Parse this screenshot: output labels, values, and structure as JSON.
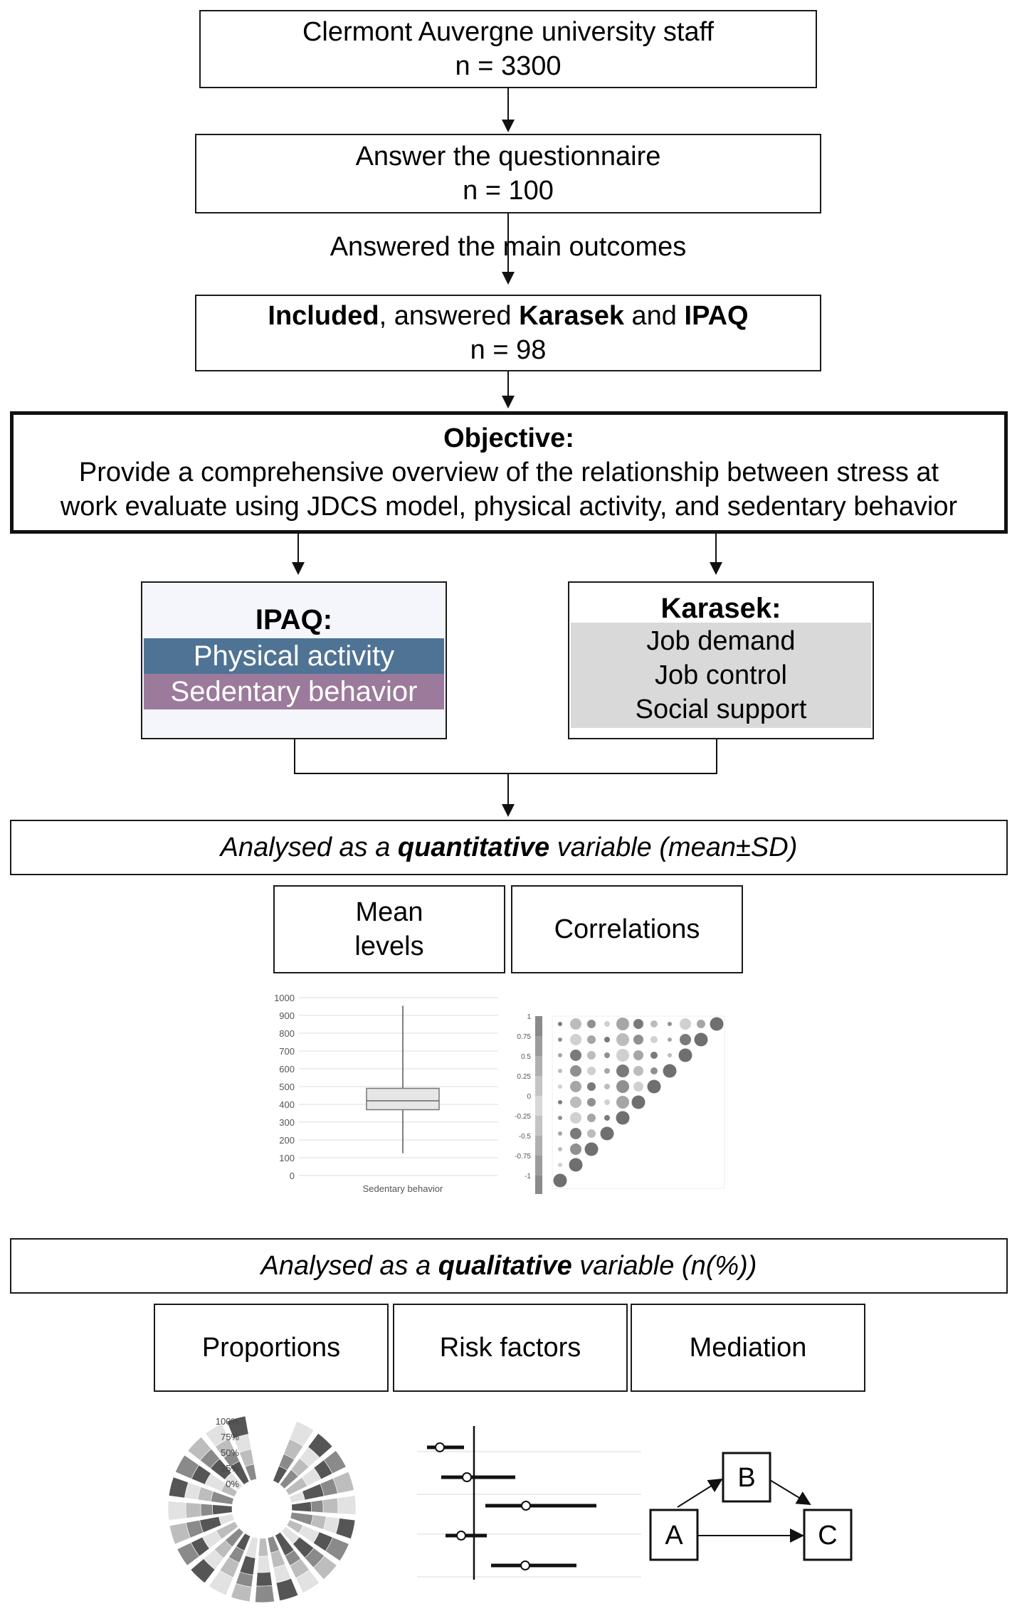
{
  "box1": {
    "line1": "Clermont Auvergne university staff",
    "line2": "n = 3300"
  },
  "box2": {
    "line1": "Answer the questionnaire",
    "line2": "n = 100"
  },
  "edge_label": "Answered the main outcomes",
  "box3": {
    "w1": "Included",
    "w2": ", answered ",
    "w3": "Karasek",
    "w4": " and ",
    "w5": "IPAQ",
    "line2": "n = 98"
  },
  "objective": {
    "title": "Objective:",
    "line1": "Provide a comprehensive overview of the relationship between stress at",
    "line2": "work evaluate using JDCS model, physical activity, and sedentary behavior"
  },
  "ipaq": {
    "title": "IPAQ:",
    "item1": "Physical activity",
    "item2": "Sedentary behavior",
    "color1": "#4f7394",
    "color2": "#9b7a9b"
  },
  "karasek": {
    "title": "Karasek:",
    "item1": "Job demand",
    "item2": "Job control",
    "item3": "Social support",
    "color": "#d9d9d9"
  },
  "quantitative": {
    "p1": "Analysed as a ",
    "p2": "quantitative",
    "p3": " variable (mean±SD)"
  },
  "mean_levels": {
    "line1": "Mean",
    "line2": "levels"
  },
  "correlations": "Correlations",
  "boxplot": {
    "xlabel": "Sedentary behavior",
    "yticks": [
      "1000",
      "900",
      "800",
      "700",
      "600",
      "500",
      "400",
      "300",
      "200",
      "100",
      "0"
    ],
    "min": 125,
    "q1": 370,
    "median": 420,
    "q3": 490,
    "max": 955
  },
  "corr_scale": [
    "1",
    "0.75",
    "0.5",
    "0.25",
    "0",
    "-0.25",
    "-0.5",
    "-0.75",
    "-1"
  ],
  "qualitative": {
    "p1": "Analysed as a ",
    "p2": "qualitative",
    "p3": " variable (n(%))"
  },
  "proportions": "Proportions",
  "risk_factors": "Risk factors",
  "mediation": "Mediation",
  "radial_ticks": [
    "100%",
    "75%",
    "50%",
    "25%",
    "0%"
  ],
  "nodes": {
    "a": "A",
    "b": "B",
    "c": "C"
  }
}
